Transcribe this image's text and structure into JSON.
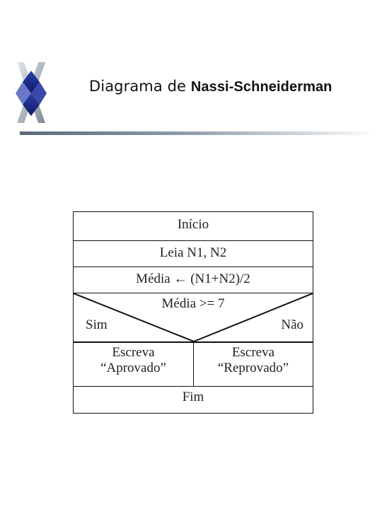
{
  "header": {
    "title_regular": "Diagrama de ",
    "title_bold": "Nassi-Schneiderman"
  },
  "diagram": {
    "start": "Início",
    "read": "Leia N1, N2",
    "assign": "Média ← (N1+N2)/2",
    "condition": "Média >= 7",
    "yes_label": "Sim",
    "no_label": "Não",
    "yes_action_line1": "Escreva",
    "yes_action_line2": "“Aprovado”",
    "no_action_line1": "Escreva",
    "no_action_line2": "“Reprovado”",
    "end": "Fim"
  }
}
